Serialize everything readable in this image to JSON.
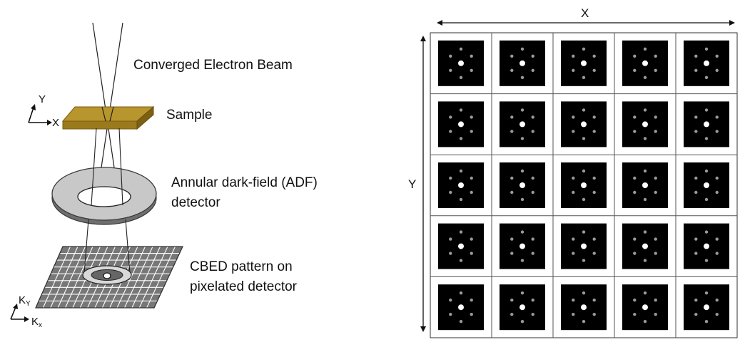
{
  "labels": {
    "beam": "Converged Electron Beam",
    "sample": "Sample",
    "adf_line1": "Annular dark-field (ADF)",
    "adf_line2": "detector",
    "cbed_line1": "CBED pattern on",
    "cbed_line2": "pixelated detector"
  },
  "sample_axes": {
    "y": "Y",
    "x": "X"
  },
  "detector_axes": {
    "ky": "K",
    "ky_sub": "Y",
    "kx": "K",
    "kx_sub": "x"
  },
  "scan_grid": {
    "x_label": "X",
    "y_label": "Y",
    "rows": 5,
    "cols": 5
  },
  "colors": {
    "sample_fill": "#b8962e",
    "sample_edge": "#8a6a12",
    "detector_gray": "#c8c8c8",
    "pattern_bg": "#000000",
    "bright_spot": "#ffffff",
    "diffraction_spot": "#9a9a9a"
  }
}
